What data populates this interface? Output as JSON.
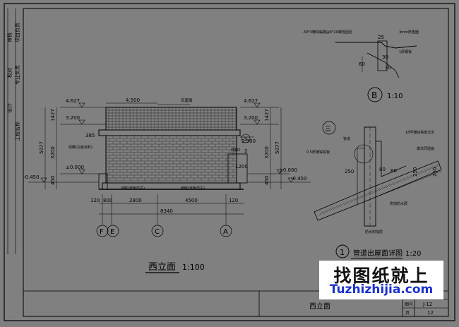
{
  "colors": {
    "background": "#808080",
    "linework": "#000000",
    "watermark_bg": "#ffffff",
    "watermark_url": "#1a2fd0"
  },
  "elevation": {
    "title": "西立面",
    "scale": "1:100",
    "levels_left": [
      "4.627",
      "3.200",
      "±0.000",
      "-0.450"
    ],
    "levels_right": [
      "4.627",
      "3.200",
      "2.900",
      "±0.000",
      "-0.450"
    ],
    "dims_left": [
      "1427",
      "5077",
      "3200",
      "450"
    ],
    "dims_right": [
      "1427",
      "5077",
      "3200",
      "450"
    ],
    "dim_top": "4.500",
    "dim_385": "385",
    "dim_1200": "1200",
    "callout_num": "3",
    "callout_sub": "2",
    "notes": [
      "瓦屋面",
      "线脚(白色涂料)",
      "线脚2",
      "涂料(米色仿古)",
      "面砖(米色仿古)"
    ],
    "bottom_dims": {
      "row1": [
        "120",
        "800",
        "2800",
        "4500",
        "120"
      ],
      "total": "8340"
    },
    "axes": [
      "F",
      "E",
      "C",
      "A"
    ]
  },
  "detail_b": {
    "label": "B",
    "scale": "1:10",
    "dims": [
      "25",
      "60",
      "30",
      "30"
    ],
    "notes": [
      "-30*3镀锌扁钢@6*20螺栓固定",
      "3mm厚垫圈",
      "1厚钢板"
    ]
  },
  "detail_1": {
    "number": "1",
    "title": "管道出屋面详图",
    "scale": "1:20",
    "sub": "三",
    "dims": [
      "250",
      "80",
      "250",
      "80",
      "250"
    ],
    "notes": [
      "18号镀锌铁皮泛水",
      "管道",
      "0.5厚镀锌铁板",
      "做法同屋面",
      "附加防水层",
      "防水附加层"
    ]
  },
  "titleblock": {
    "drawing_name": "西立面",
    "fields": [
      "图号",
      "J-12",
      "页",
      "12"
    ]
  },
  "side_stamp": [
    "审核",
    "校对",
    "设计",
    "项目负责",
    "专业负责",
    "工程名称"
  ],
  "watermark": {
    "cn": "找图纸就上",
    "url": "Tuzhizhijia.com"
  }
}
